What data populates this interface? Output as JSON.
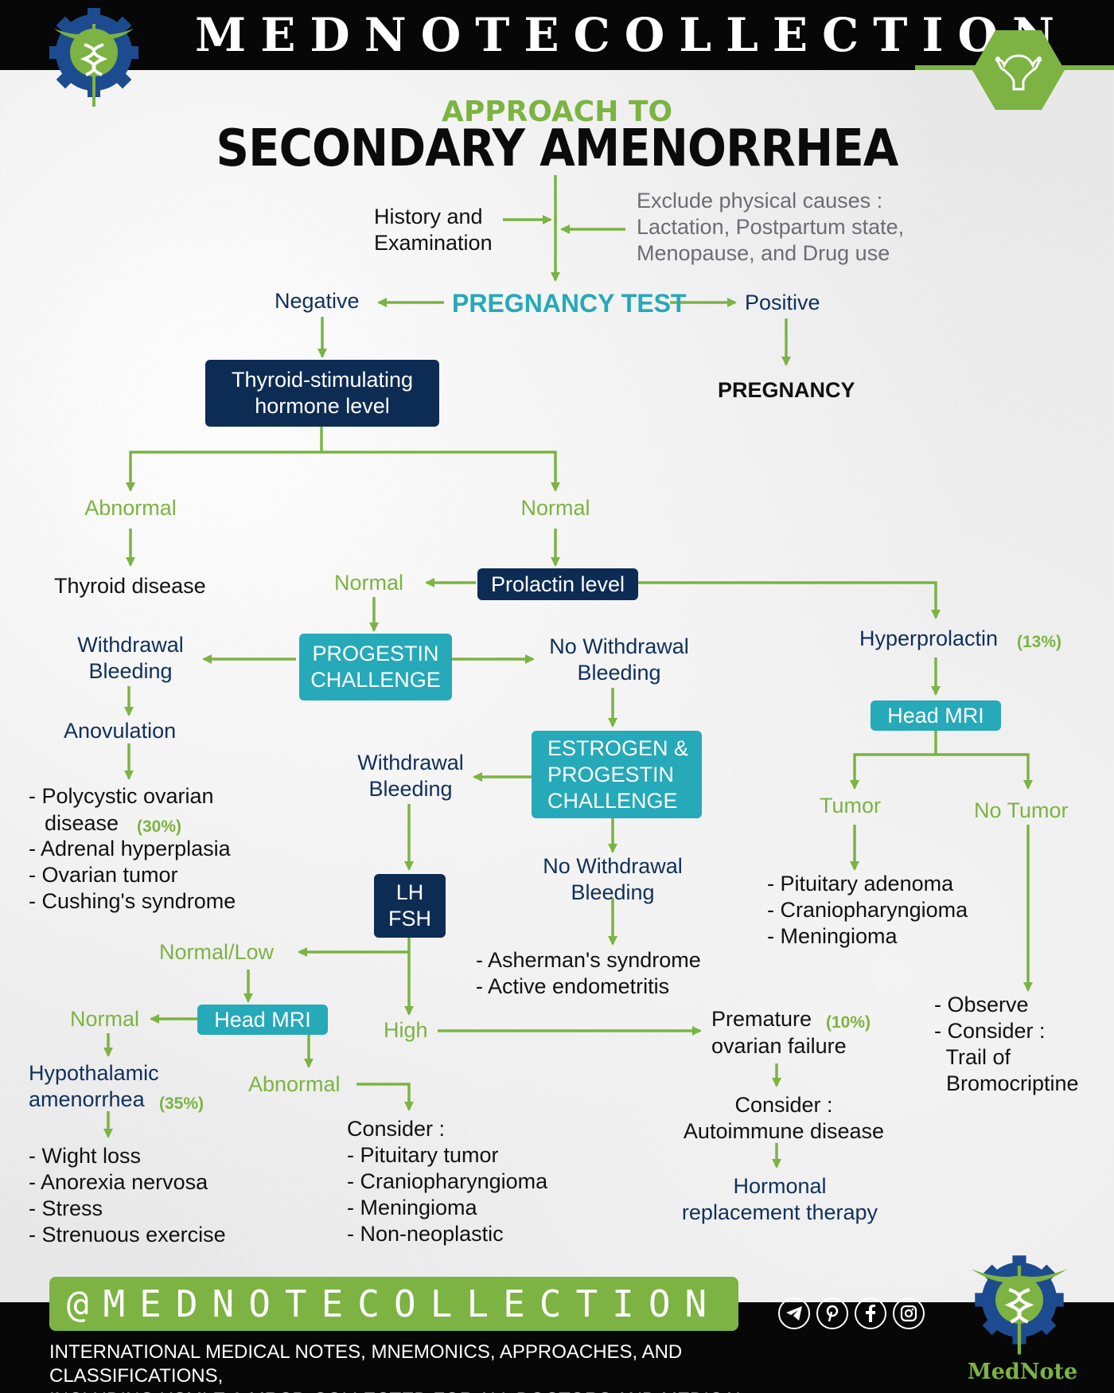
{
  "header": {
    "brand": "MEDNOTECOLLECTION"
  },
  "title": {
    "small": "APPROACH TO",
    "big": "SECONDARY AMENORRHEA"
  },
  "flow": {
    "history": "History and\nExamination",
    "exclude": "Exclude physical causes :\nLactation, Postpartum state,\nMenopause, and Drug use",
    "pregnancy_test": "PREGNANCY TEST",
    "negative": "Negative",
    "positive": "Positive",
    "pregnancy": "PREGNANCY",
    "tsh": "Thyroid-stimulating\nhormone level",
    "tsh_abnormal": "Abnormal",
    "tsh_normal": "Normal",
    "thyroid_disease": "Thyroid disease",
    "prolactin": "Prolactin level",
    "prolactin_normal": "Normal",
    "hyperprolactin": "Hyperprolactin",
    "hyperprolactin_pct": "(13%)",
    "progestin": "PROGESTIN\nCHALLENGE",
    "withdrawal_1": "Withdrawal\nBleeding",
    "no_withdrawal_1": "No Withdrawal\nBleeding",
    "anovulation": "Anovulation",
    "anov_causes_1a": "- Polycystic ovarian",
    "anov_causes_1b": "disease",
    "anov_pct": "(30%)",
    "anov_causes_rest": "- Adrenal hyperplasia\n- Ovarian tumor\n- Cushing's syndrome",
    "estrogen": "ESTROGEN &\nPROGESTIN\nCHALLENGE",
    "withdrawal_2": "Withdrawal\nBleeding",
    "no_withdrawal_2": "No Withdrawal\nBleeding",
    "asherman": "- Asherman's syndrome\n- Active endometritis",
    "lh_fsh": "LH\nFSH",
    "normal_low": "Normal/Low",
    "high": "High",
    "head_mri_1": "Head MRI",
    "mri1_normal": "Normal",
    "mri1_abnormal": "Abnormal",
    "hypothalamic": "Hypothalamic\namenorrhea",
    "hypothalamic_pct": "(35%)",
    "hypothalamic_causes": "- Wight loss\n- Anorexia nervosa\n- Stress\n- Strenuous exercise",
    "consider_abn": "Consider :\n- Pituitary tumor\n- Craniopharyngioma\n- Meningioma\n- Non-neoplastic",
    "premature_a": "Premature",
    "premature_pct": "(10%)",
    "premature_b": "ovarian failure",
    "consider_auto": "Consider :\nAutoimmune disease",
    "hrt": "Hormonal\nreplacement therapy",
    "head_mri_2": "Head MRI",
    "tumor": "Tumor",
    "no_tumor": "No Tumor",
    "tumor_list": "- Pituitary adenoma\n- Craniopharyngioma\n- Meningioma",
    "no_tumor_list": "- Observe\n- Consider :\n  Trail of\n  Bromocriptine"
  },
  "footer": {
    "handle": "@MEDNOTECOLLECTION",
    "note": "INTERNATIONAL MEDICAL NOTES, MNEMONICS, APPROACHES, AND CLASSIFICATIONS,\nINCLUDING USMLE & MRCP.  COLLECTED  FOR  ALL DOCTORS AND MEDICAL STUDENTS.",
    "brand_small": "MedNote"
  },
  "colors": {
    "green": "#7cb342",
    "navy": "#0d2c53",
    "teal": "#26a9b8"
  }
}
